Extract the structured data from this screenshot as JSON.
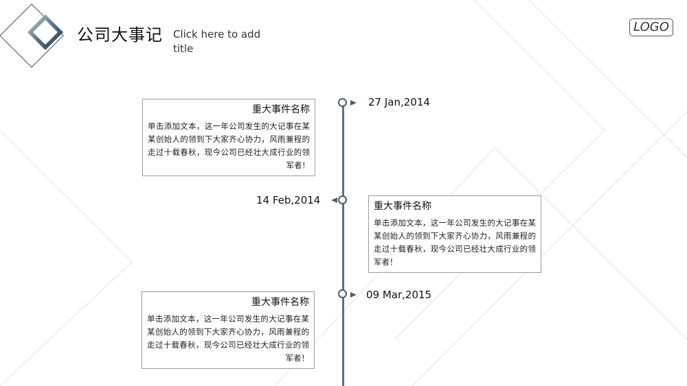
{
  "header": {
    "title": "公司大事记",
    "subtitle": "Click here to add title",
    "logo": "LOGO"
  },
  "colors": {
    "accent": "#4b5f70",
    "line": "#5b6f80",
    "card_border": "#9a9a9a"
  },
  "events": [
    {
      "date": "27 Jan,2014",
      "title": "重大事件名称",
      "body": "单击添加文本，这一年公司发生的大记事在某某创始人的领到下大家齐心协力，风雨兼程的走过十载春秋，现今公司已经壮大成行业的领军者！"
    },
    {
      "date": "14 Feb,2014",
      "title": "重大事件名称",
      "body": "单击添加文本，这一年公司发生的大记事在某某创始人的领到下大家齐心协力，风雨兼程的走过十载春秋，现今公司已经壮大成行业的领军者！"
    },
    {
      "date": "09 Mar,2015",
      "title": "重大事件名称",
      "body": "单击添加文本，这一年公司发生的大记事在某某创始人的领到下大家齐心协力，风雨兼程的走过十载春秋，现今公司已经壮大成行业的领军者！"
    }
  ]
}
